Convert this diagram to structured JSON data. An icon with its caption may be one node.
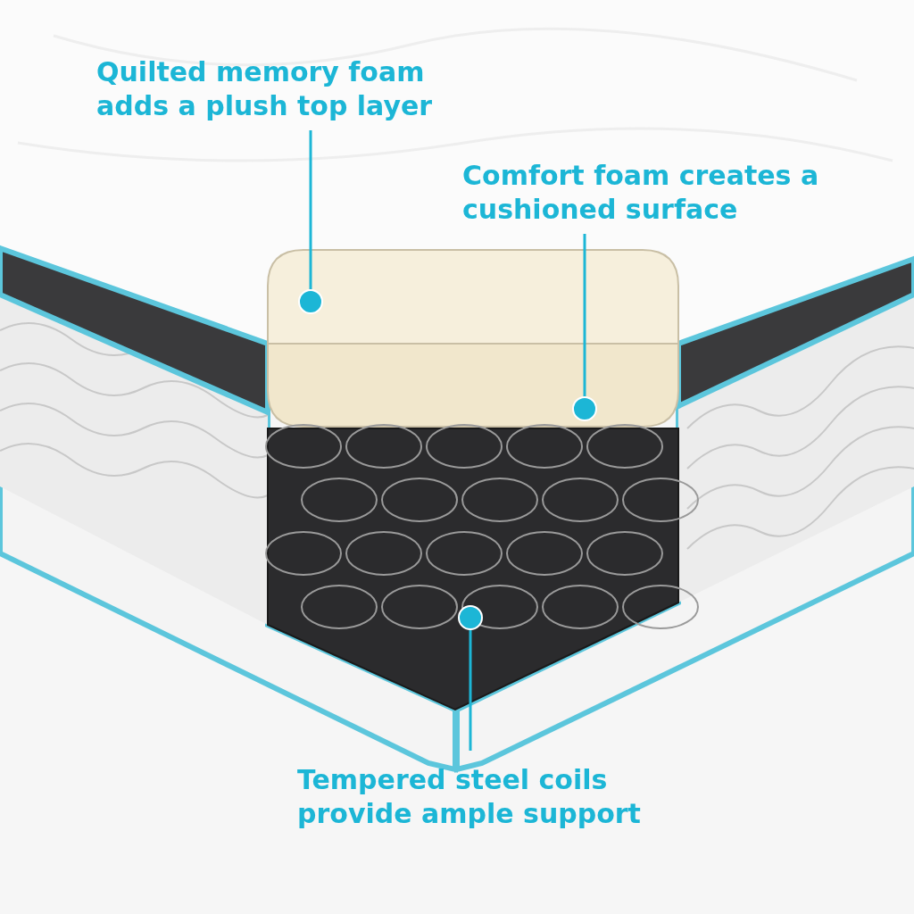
{
  "diagram": {
    "nodes": [
      {
        "text": [
          "Quilted memory foam adds a plush top layer"
        ]
      },
      {
        "text": [
          "Comfort foam creates a cushioned surface"
        ]
      },
      {
        "text": [
          "Tempered steel coils provide ample support"
        ]
      },
      {
        "text": [],
        "shape": "box"
      },
      {
        "text": [],
        "shape": "box"
      },
      {
        "text": [],
        "shape": "picture"
      }
    ],
    "edges": [
      {
        "from": 0,
        "to": 3,
        "arrow": "other"
      },
      {
        "from": 1,
        "to": 4,
        "arrow": "other"
      },
      {
        "from": 2,
        "to": 5,
        "arrow": "other"
      }
    ]
  }
}
